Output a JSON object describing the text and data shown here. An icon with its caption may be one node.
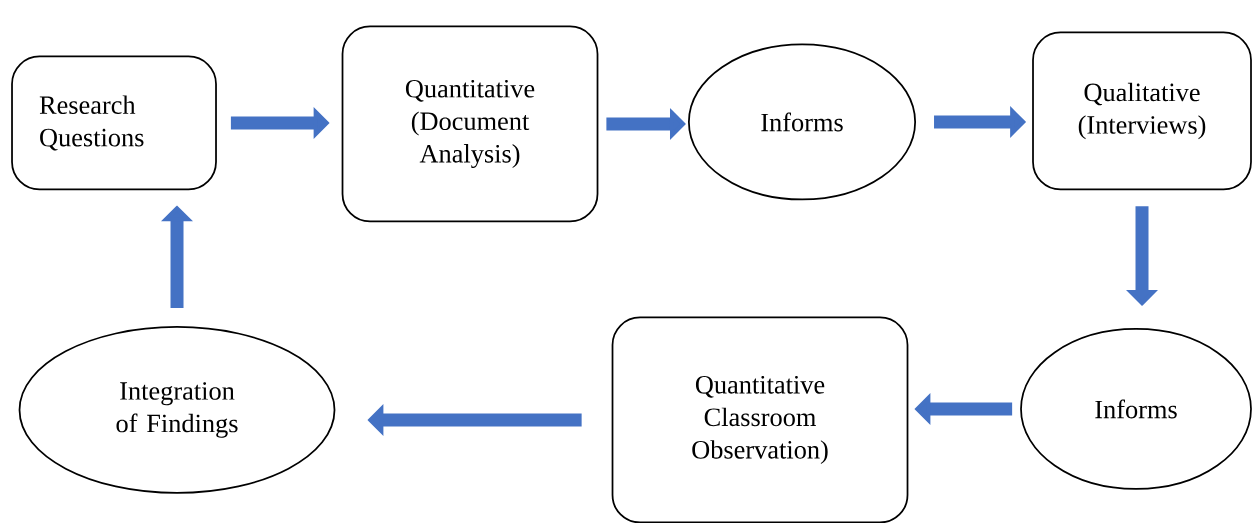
{
  "diagram": {
    "nodes": [
      {
        "text": [
          "Research Questions"
        ]
      },
      {
        "text": [
          "Quantitative (Document Analysis)"
        ]
      },
      {
        "text": [
          "Informs"
        ]
      },
      {
        "text": [
          "Qualitative (Interviews)"
        ]
      },
      {
        "text": [
          "Informs"
        ]
      },
      {
        "text": [
          "Quantitative Classroom Observation)"
        ]
      },
      {
        "text": [
          "Integration of Findings"
        ]
      }
    ],
    "edges": [
      {
        "from": 0,
        "to": 1,
        "arrow": "to"
      },
      {
        "from": 1,
        "to": 2,
        "arrow": "to"
      },
      {
        "from": 2,
        "to": 3,
        "arrow": "to"
      },
      {
        "from": 3,
        "to": 4,
        "arrow": "to"
      },
      {
        "from": 4,
        "to": 5,
        "arrow": "to"
      },
      {
        "from": 5,
        "to": 6,
        "arrow": "to"
      },
      {
        "from": 6,
        "to": 0,
        "arrow": "to"
      }
    ]
  }
}
